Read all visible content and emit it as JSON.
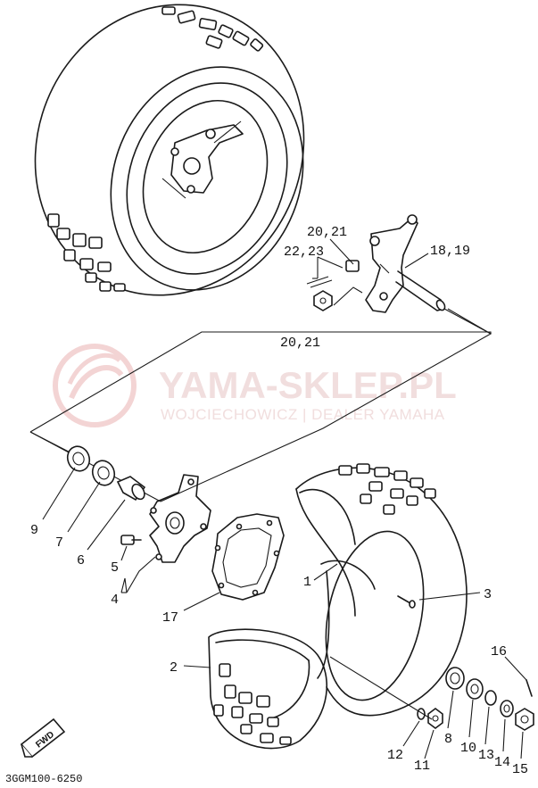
{
  "watermark": {
    "title": "YAMA-SKLEP.PL",
    "subtitle": "WOJCIECHOWICZ | DEALER YAMAHA"
  },
  "diagram_code": "3GGM100-6250",
  "direction_badge": "FWD",
  "callouts": {
    "c1": "1",
    "c2": "2",
    "c3": "3",
    "c4": "4",
    "c5": "5",
    "c6": "6",
    "c7": "7",
    "c8": "8",
    "c9": "9",
    "c10": "10",
    "c11": "11",
    "c12": "12",
    "c13": "13",
    "c14": "14",
    "c15": "15",
    "c16": "16",
    "c17": "17",
    "c18_19": "18,19",
    "c20_21_top": "20,21",
    "c22_23": "22,23",
    "c20_21_bottom": "20,21"
  }
}
